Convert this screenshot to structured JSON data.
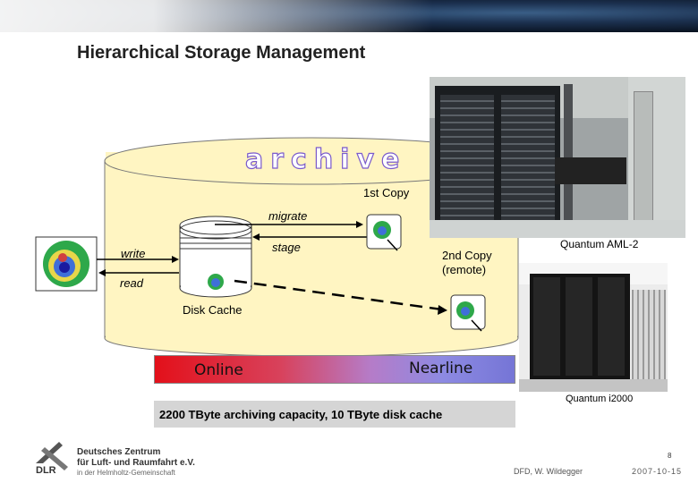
{
  "title": "Hierarchical Storage Management",
  "archive_label": "archive",
  "first_copy": "1st Copy",
  "migrate": "migrate",
  "stage": "stage",
  "write": "write",
  "read": "read",
  "second_copy_line1": "2nd Copy",
  "second_copy_line2": "(remote)",
  "disk_cache": "Disk Cache",
  "online": "Online",
  "nearline": "Nearline",
  "quantum_aml": "Quantum AML-2",
  "quantum_i2000": "Quantum i2000",
  "caption": "2200 TByte archiving capacity, 10 TByte disk cache",
  "footer": {
    "org_line1": "Deutsches Zentrum",
    "org_line2": "für Luft- und Raumfahrt e.V.",
    "org_line3": "in der Helmholtz-Gemeinschaft",
    "dlr": "DLR",
    "page": "8",
    "author": "DFD, W. Wildegger",
    "date": "2007-10-15"
  },
  "colors": {
    "cylinder_fill": "#fff5c2",
    "bar_start": "#e3101a",
    "bar_end": "#7575d6"
  }
}
